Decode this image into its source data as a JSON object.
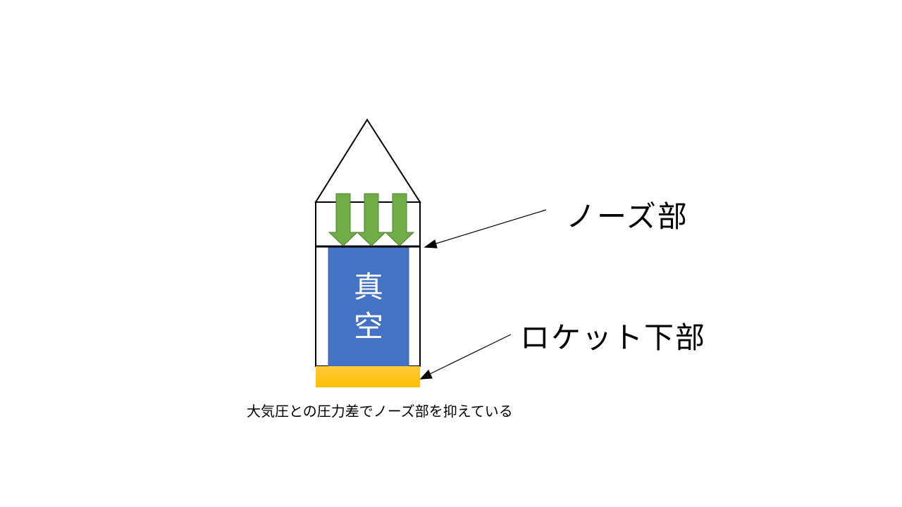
{
  "labels": {
    "nose": "ノーズ部",
    "lower": "ロケット下部",
    "vacuum_line1": "真",
    "vacuum_line2": "空",
    "caption": "大気圧との圧力差でノーズ部を抑えている"
  },
  "colors": {
    "vacuum": "#4472C4",
    "base_top": "#FFC83D",
    "base_bottom": "#FFC000",
    "arrow_fill": "#70AD47",
    "arrow_stroke": "#507E32"
  }
}
